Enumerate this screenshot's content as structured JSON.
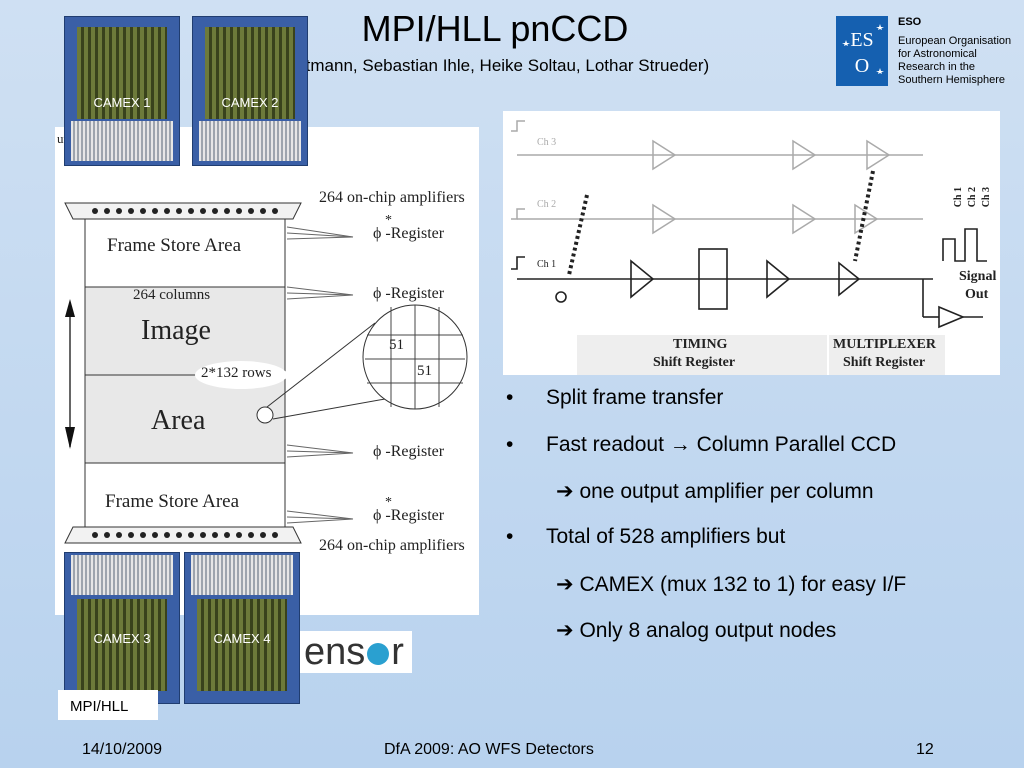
{
  "slide": {
    "title": "MPI/HLL pnCCD",
    "subtitle": "rtmann, Sebastian Ihle, Heike Soltau, Lothar Strueder)"
  },
  "eso": {
    "acronym": "ESO",
    "lines": [
      "European Organisation",
      "for Astronomical",
      "Research in the",
      "Southern Hemisphere"
    ],
    "logo_color": "#1560b0"
  },
  "camex": [
    "CAMEX 1",
    "CAMEX 2",
    "CAMEX 3",
    "CAMEX 4"
  ],
  "ccd_diagram": {
    "top_amplifiers": "264 on-chip amplifiers",
    "bottom_amplifiers": "264 on-chip amplifiers",
    "frame_store_top": "Frame Store Area",
    "frame_store_bottom": "Frame Store Area",
    "columns": "264 columns",
    "image": "Image",
    "area": "Area",
    "rows": "2*132 rows",
    "register_star_1": "*",
    "register_star_2": "*",
    "register_1": "ϕ -Register",
    "register_2": "ϕ -Register",
    "register_3": "ϕ -Register",
    "register_4": "ϕ -Register",
    "pixel_a": "51",
    "pixel_b": "51",
    "cut_text": "ut"
  },
  "circuit": {
    "ch3": "Ch 3",
    "ch2": "Ch 2",
    "ch1": "Ch 1",
    "vertical_ch": [
      "Ch 1",
      "Ch 2",
      "Ch 3"
    ],
    "timing": "TIMING",
    "timing_sub": "Shift Register",
    "multiplexer": "MULTIPLEXER",
    "multiplexer_sub": "Shift Register",
    "signal": "Signal",
    "out": "Out"
  },
  "bullets": [
    {
      "text": "Split frame transfer",
      "level": 1
    },
    {
      "text": "Fast readout → Column Parallel CCD",
      "level": 1
    },
    {
      "text": " one output amplifier per column",
      "level": 2
    },
    {
      "text": "Total of 528 amplifiers but",
      "level": 1
    },
    {
      "text": " CAMEX (mux 132 to 1) for easy I/F",
      "level": 2
    },
    {
      "text": " Only 8 analog output nodes",
      "level": 2
    }
  ],
  "bullet_symbol": "•",
  "arrow_symbol": "➔",
  "logos": {
    "mpihll": "MPI/HLL",
    "sensor": "ens",
    "sensor_tail": "r"
  },
  "footer": {
    "date": "14/10/2009",
    "center": "DfA 2009: AO WFS Detectors",
    "page": "12"
  },
  "colors": {
    "background": "#c4daf1",
    "chip": "#3a5fa6"
  }
}
